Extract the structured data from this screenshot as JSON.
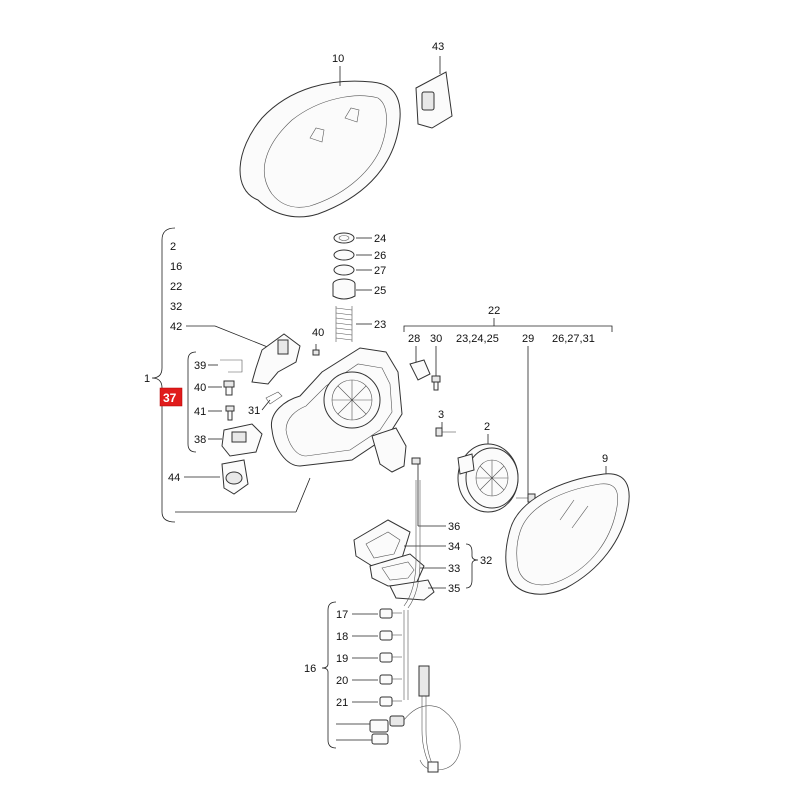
{
  "labels": {
    "p10": "10",
    "p43": "43",
    "p2": "2",
    "p16": "16",
    "p22": "22",
    "p32": "32",
    "p42": "42",
    "p39": "39",
    "p40": "40",
    "p41": "41",
    "p38": "38",
    "p44": "44",
    "p1": "1",
    "p37": "37",
    "p24": "24",
    "p26": "26",
    "p27": "27",
    "p25": "25",
    "p23": "23",
    "p40b": "40",
    "p31": "31",
    "p22b": "22",
    "p28": "28",
    "p30": "30",
    "p23_24_25": "23,24,25",
    "p29": "29",
    "p26_27_31": "26,27,31",
    "p3": "3",
    "p2b": "2",
    "p9": "9",
    "p36": "36",
    "p34": "34",
    "p32b": "32",
    "p33": "33",
    "p35": "35",
    "p17": "17",
    "p18": "18",
    "p19": "19",
    "p20": "20",
    "p21": "21",
    "p16b": "16"
  },
  "highlight": {
    "color": "#e01b1b"
  }
}
